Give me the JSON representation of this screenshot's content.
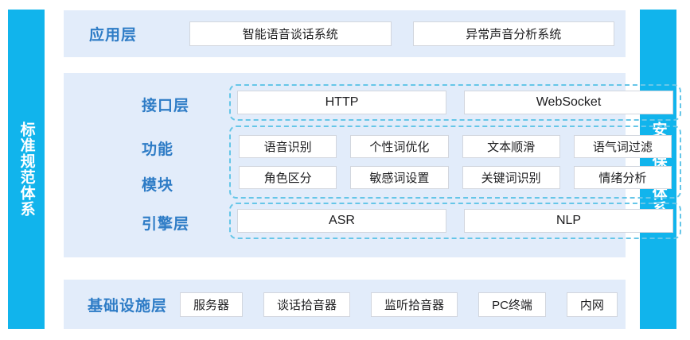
{
  "sidebars": {
    "left": {
      "label": "标准规范体系",
      "color": "#11B4EC"
    },
    "right": {
      "label": "安全保障体系",
      "color": "#11B4EC"
    }
  },
  "colors": {
    "panel_background": "#E2ECFA",
    "label_blue": "#2E7CC6",
    "dashed_border": "#66C6E8",
    "box_background": "#FFFFFF",
    "box_border": "#D2D6DE"
  },
  "layers": {
    "application": {
      "label": "应用层",
      "boxes": [
        "智能语音谈话系统",
        "异常声音分析系统"
      ]
    },
    "interface": {
      "label": "接口层",
      "boxes": [
        "HTTP",
        "WebSocket"
      ]
    },
    "function_module": {
      "label_line1": "功能",
      "label_line2": "模块",
      "row1": [
        "语音识别",
        "个性词优化",
        "文本顺滑",
        "语气词过滤"
      ],
      "row2": [
        "角色区分",
        "敏感词设置",
        "关键词识别",
        "情绪分析"
      ]
    },
    "engine": {
      "label": "引擎层",
      "boxes": [
        "ASR",
        "NLP"
      ]
    },
    "infrastructure": {
      "label": "基础设施层",
      "boxes": [
        "服务器",
        "谈话拾音器",
        "监听拾音器",
        "PC终端",
        "内网"
      ]
    }
  }
}
